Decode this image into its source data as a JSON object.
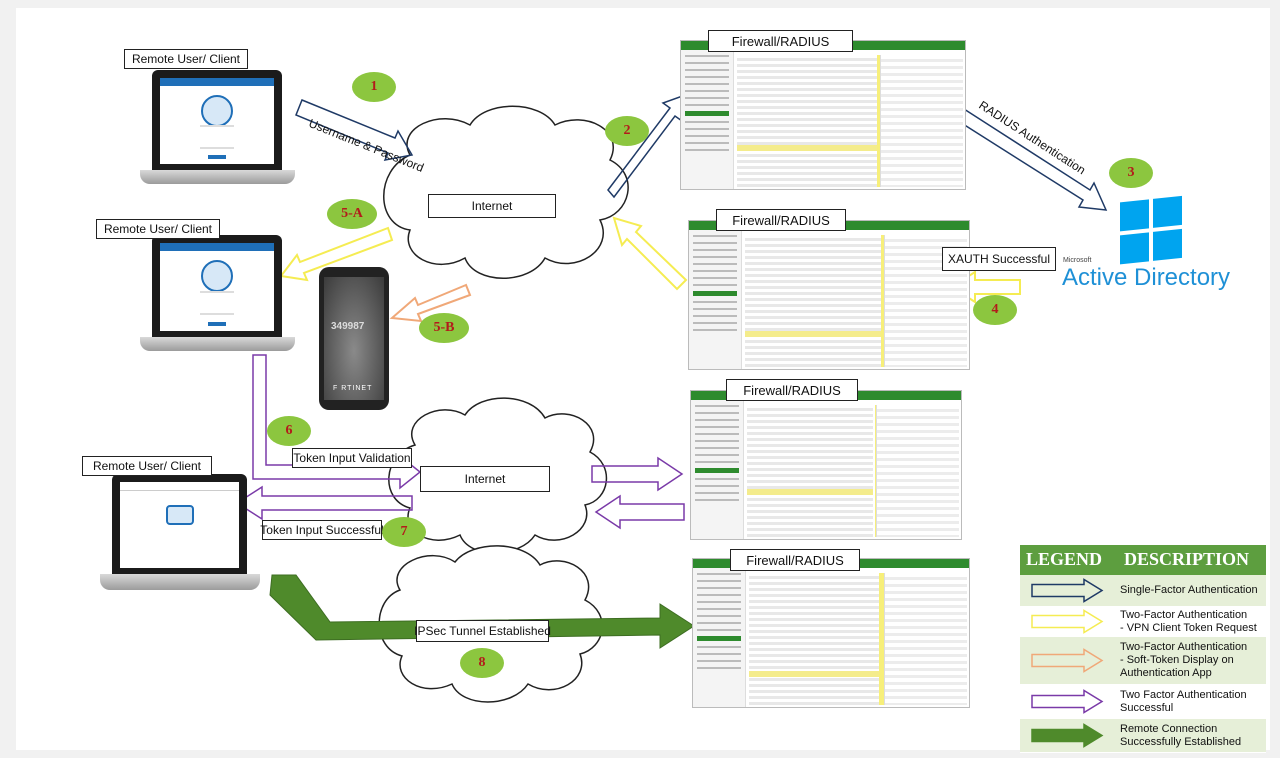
{
  "labels": {
    "remote_user_1": "Remote User/ Client",
    "remote_user_2": "Remote User/ Client",
    "remote_user_3": "Remote User/ Client",
    "firewall_1": "Firewall/RADIUS",
    "firewall_2": "Firewall/RADIUS",
    "firewall_3": "Firewall/RADIUS",
    "firewall_4": "Firewall/RADIUS",
    "internet_1": "Internet",
    "internet_2": "Internet",
    "username_password": "Username & Password",
    "radius_authentication": "RADIUS Authentication",
    "xauth_successful": "XAUTH Successful",
    "token_input_validation": "Token Input Validation",
    "token_input_successful": "Token Input Successful",
    "ipsec_tunnel": "IPSec Tunnel Established",
    "active_directory_brand": "Microsoft",
    "active_directory": "Active Directory",
    "phone_code": "349987",
    "phone_brand": "F RTINET"
  },
  "steps": [
    "1",
    "2",
    "3",
    "4",
    "5-A",
    "5-B",
    "6",
    "7",
    "8"
  ],
  "colors": {
    "single_factor": "#1f3a66",
    "vpn_token_request": "#f5ec52",
    "soft_token_display": "#f0a878",
    "two_factor_successful": "#7a3aa8",
    "remote_connection": "#4f8a2b",
    "step_circle": "#8cc63f",
    "step_text": "#b31b1b",
    "legend_header": "#5d9e3f",
    "windows_blue": "#00a4ef"
  },
  "legend": {
    "header_left": "LEGEND",
    "header_right": "DESCRIPTION",
    "items": [
      {
        "description": "Single-Factor Authentication",
        "fill": "#e6efd8",
        "arrow_color": "#1f3a66",
        "arrow_fill": "none"
      },
      {
        "description": "Two-Factor Authentication\n - VPN Client Token Request",
        "fill": "#ffffff",
        "arrow_color": "#f5ec52",
        "arrow_fill": "none"
      },
      {
        "description": "Two-Factor Authentication\n - Soft-Token Display on\n   Authentication App",
        "fill": "#e6efd8",
        "arrow_color": "#f0a878",
        "arrow_fill": "none"
      },
      {
        "description": "Two Factor Authentication\nSuccessful",
        "fill": "#ffffff",
        "arrow_color": "#7a3aa8",
        "arrow_fill": "none"
      },
      {
        "description": "Remote Connection\nSuccessfully Established",
        "fill": "#e6efd8",
        "arrow_color": "#4f8a2b",
        "arrow_fill": "#4f8a2b"
      }
    ]
  }
}
